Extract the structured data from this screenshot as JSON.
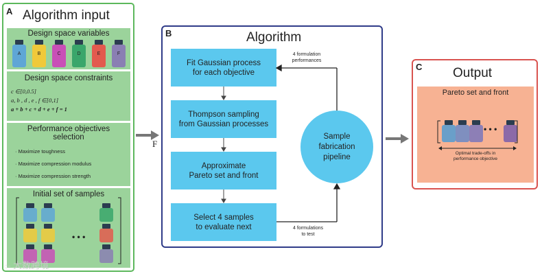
{
  "panel_a": {
    "letter": "A",
    "title": "Algorithm input",
    "design_variables": {
      "title": "Design space variables",
      "bottles": [
        {
          "label": "A",
          "color": "#5fa6d6"
        },
        {
          "label": "B",
          "color": "#f0c93a"
        },
        {
          "label": "C",
          "color": "#c94fb7"
        },
        {
          "label": "D",
          "color": "#3aa66b"
        },
        {
          "label": "E",
          "color": "#e35a4e"
        },
        {
          "label": "F",
          "color": "#8a7fb3"
        }
      ]
    },
    "constraints": {
      "title": "Design space constraints",
      "lines": [
        "c ∈[0,0.5]",
        "a, b , d , e , f ∈[0,1]",
        "a + b + c + d + e + f = 1"
      ]
    },
    "objectives": {
      "title_line1": "Performance objectives",
      "title_line2": "selection",
      "items": [
        "Maximize toughness",
        "Maximize compression modulus",
        "Maximize compression strength"
      ]
    },
    "initial_samples": {
      "title": "Initial set of samples",
      "ellipsis": "• • •"
    }
  },
  "arrow_label": "F",
  "panel_b": {
    "letter": "B",
    "title": "Algorithm",
    "steps": [
      "Fit Gaussian process\nfor each objective",
      "Thompson sampling\nfrom Gaussian processes",
      "Approximate\nPareto set and front",
      "Select 4 samples\nto evaluate next"
    ],
    "pipeline": "Sample\nfabrication\npipeline",
    "note_top": "4 formulation\nperformances",
    "note_bottom": "4 formulations\nto test"
  },
  "panel_c": {
    "letter": "C",
    "title": "Output",
    "pareto_title": "Pareto set and front",
    "ellipsis": "• • •",
    "tradeoff_label": "Optimal trade-offs in\nperformance objective"
  },
  "watermark": "大数跨境",
  "colors": {
    "panel_a_border": "#5cb85c",
    "panel_b_border": "#2f3b88",
    "panel_c_border": "#d9534f",
    "step_fill": "#5bc8ee",
    "input_box_fill": "#9bd39b",
    "output_box_fill": "#f7b293"
  }
}
